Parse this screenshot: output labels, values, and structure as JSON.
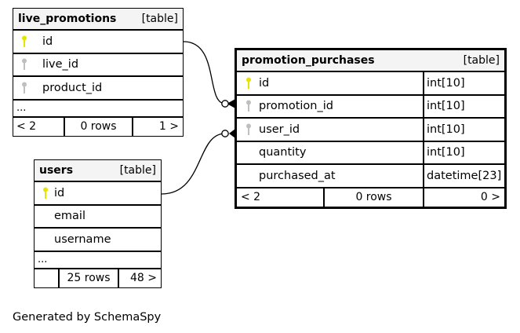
{
  "tables": {
    "live_promotions": {
      "name": "live_promotions",
      "kind": "[table]",
      "columns": [
        {
          "name": "id",
          "key": "primary"
        },
        {
          "name": "live_id",
          "key": "foreign"
        },
        {
          "name": "product_id",
          "key": "foreign"
        }
      ],
      "more": "...",
      "footer": {
        "parents": "< 2",
        "rows": "0 rows",
        "children": "1 >"
      }
    },
    "users": {
      "name": "users",
      "kind": "[table]",
      "columns": [
        {
          "name": "id",
          "key": "primary"
        },
        {
          "name": "email",
          "key": "none"
        },
        {
          "name": "username",
          "key": "none"
        }
      ],
      "more": "...",
      "footer": {
        "parents": "",
        "rows": "25 rows",
        "children": "48 >"
      }
    },
    "promotion_purchases": {
      "name": "promotion_purchases",
      "kind": "[table]",
      "columns": [
        {
          "name": "id",
          "key": "primary",
          "type": "int[10]"
        },
        {
          "name": "promotion_id",
          "key": "foreign",
          "type": "int[10]"
        },
        {
          "name": "user_id",
          "key": "foreign",
          "type": "int[10]"
        },
        {
          "name": "quantity",
          "key": "none",
          "type": "int[10]"
        },
        {
          "name": "purchased_at",
          "key": "none",
          "type": "datetime[23]"
        }
      ],
      "footer": {
        "parents": "< 2",
        "rows": "0 rows",
        "children": "0 >"
      }
    }
  },
  "relationships": [
    {
      "from": "live_promotions.id",
      "to": "promotion_purchases.promotion_id",
      "cardinality": "zero-or-many"
    },
    {
      "from": "users.id",
      "to": "promotion_purchases.user_id",
      "cardinality": "zero-or-many"
    }
  ],
  "colors": {
    "primary_key": "#e5e500",
    "foreign_key": "#bfbfbf",
    "header_bg": "#f4f4f4"
  },
  "footer_text": "Generated by SchemaSpy"
}
